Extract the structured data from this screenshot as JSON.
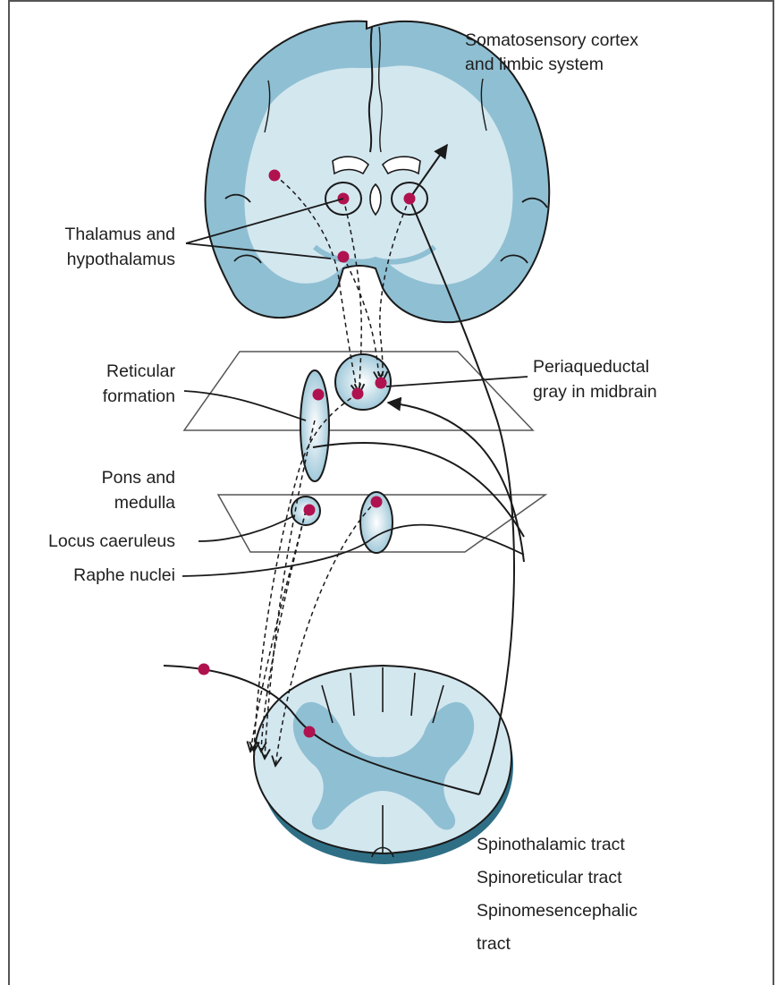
{
  "labels": {
    "cortex_line1": "Somatosensory cortex",
    "cortex_line2": "and limbic system",
    "thalamus_line1": "Thalamus and",
    "thalamus_line2": "hypothalamus",
    "reticular_line1": "Reticular",
    "reticular_line2": "formation",
    "pag_line1": "Periaqueductal",
    "pag_line2": "gray in midbrain",
    "pons_line1": "Pons and",
    "pons_line2": "medulla",
    "locus": "Locus caeruleus",
    "raphe": "Raphe nuclei",
    "tract1": "Spinothalamic tract",
    "tract2": "Spinoreticular tract",
    "tract3_line1": "Spinomesencephalic",
    "tract3_line2": "tract"
  },
  "colors": {
    "tissue_light": "#d3e7ef",
    "tissue_mid": "#8fbfd3",
    "tissue_dark": "#2f6f86",
    "nucleus_dot": "#b0124f",
    "line": "#1a1a1a"
  }
}
